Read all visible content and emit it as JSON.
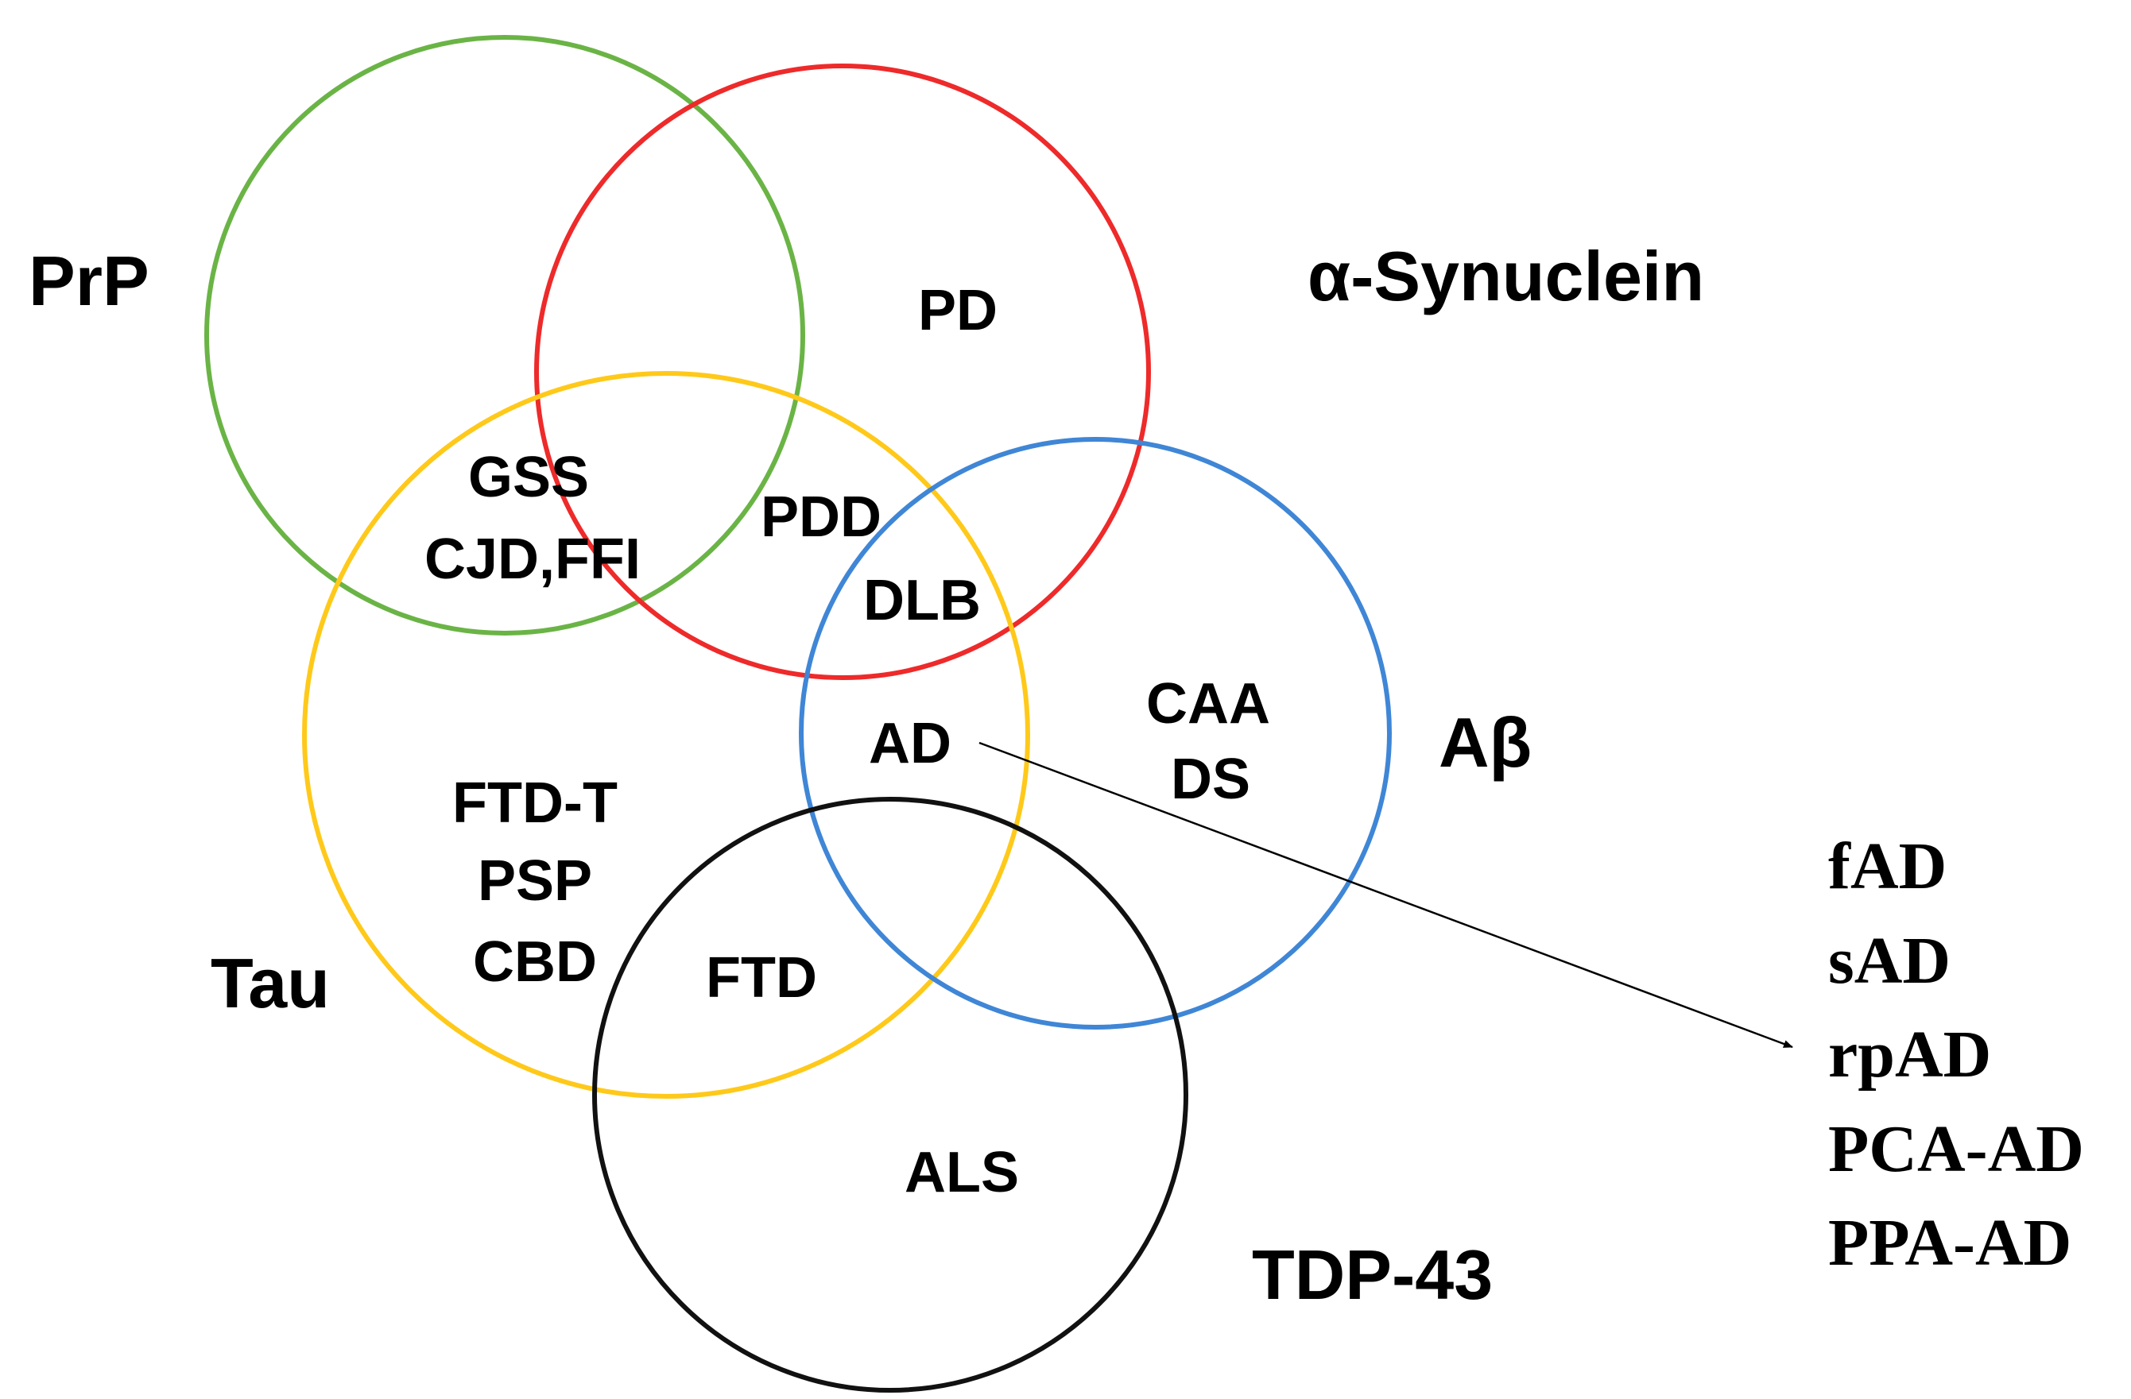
{
  "colors": {
    "prp": "#6ab446",
    "synuclein": "#ee2a2a",
    "tau": "#ffc91a",
    "abeta": "#3f86d6",
    "tdp43": "#111111",
    "text": "#000000"
  },
  "proteins": {
    "prp": "PrP",
    "synuclein": "α-Synuclein",
    "tau": "Tau",
    "abeta": "Aβ",
    "tdp43": "TDP-43"
  },
  "diseases": {
    "pd": "PD",
    "gss": "GSS",
    "cjd_ffi": "CJD,FFI",
    "pdd": "PDD",
    "dlb": "DLB",
    "ad": "AD",
    "caa": "CAA",
    "ds": "DS",
    "ftd_t": "FTD-T",
    "psp": "PSP",
    "cbd": "CBD",
    "ftd": "FTD",
    "als": "ALS"
  },
  "ad_subtypes": [
    "fAD",
    "sAD",
    "rpAD",
    "PCA-AD",
    "PPA-AD"
  ]
}
